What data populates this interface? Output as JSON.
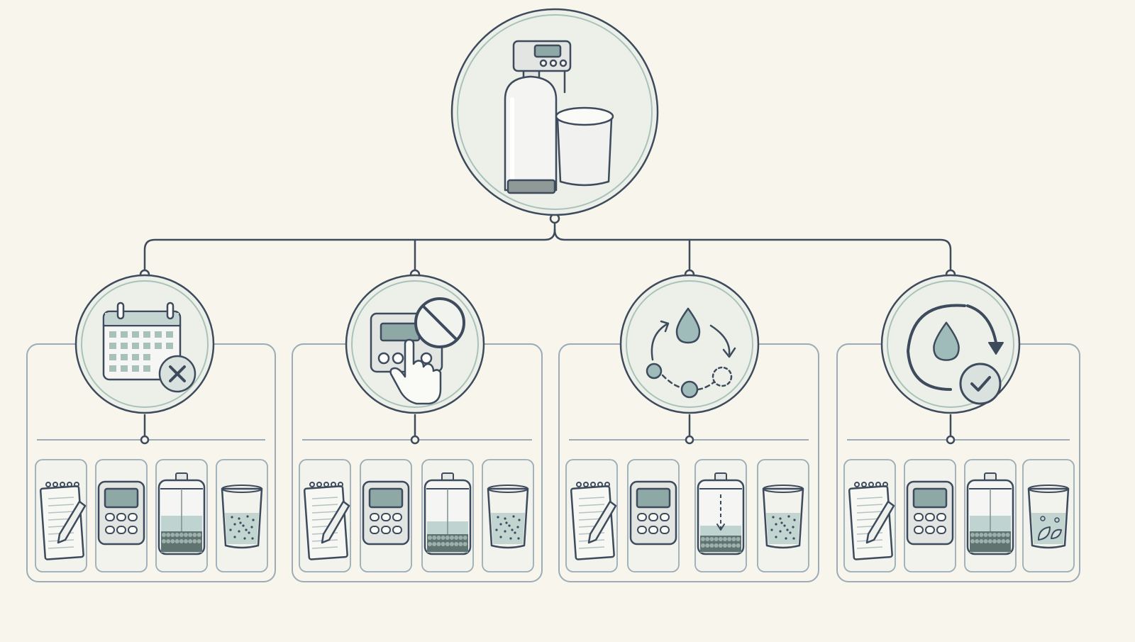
{
  "colors": {
    "background": "#f7f5ec",
    "line": "#3d4b5c",
    "panel_border": "#9aacb6",
    "circle_fill": "#edf0e9",
    "ring_inner": "#a9c1bb",
    "water": "#b2cbc7",
    "screen": "#8ea8a6",
    "gravel": "#5f7370",
    "device": "#e2e5e2"
  },
  "root": {
    "icon": "water-softener-icon"
  },
  "branches": [
    {
      "id": "calendar",
      "icon": "calendar-cancel-icon",
      "cards": [
        "notepad-pencil-icon",
        "control-panel-icon",
        "resin-tank-icon",
        "water-glass-icon"
      ],
      "tank_state": "full-gravel",
      "glass_state": "speckled"
    },
    {
      "id": "manual-stop",
      "icon": "manual-override-prohibited-icon",
      "cards": [
        "notepad-pencil-icon",
        "control-panel-icon",
        "resin-tank-icon",
        "water-glass-icon"
      ],
      "tank_state": "low-gravel",
      "glass_state": "speckled"
    },
    {
      "id": "regen-cycle",
      "icon": "regeneration-cycle-icon",
      "cards": [
        "notepad-pencil-icon",
        "control-panel-icon",
        "resin-tank-icon",
        "water-glass-icon"
      ],
      "tank_state": "flow-down",
      "glass_state": "speckled"
    },
    {
      "id": "refresh-verified",
      "icon": "refresh-check-icon",
      "cards": [
        "notepad-pencil-icon",
        "control-panel-icon",
        "resin-tank-icon",
        "water-glass-icon"
      ],
      "tank_state": "full-gravel",
      "glass_state": "leaves"
    }
  ]
}
